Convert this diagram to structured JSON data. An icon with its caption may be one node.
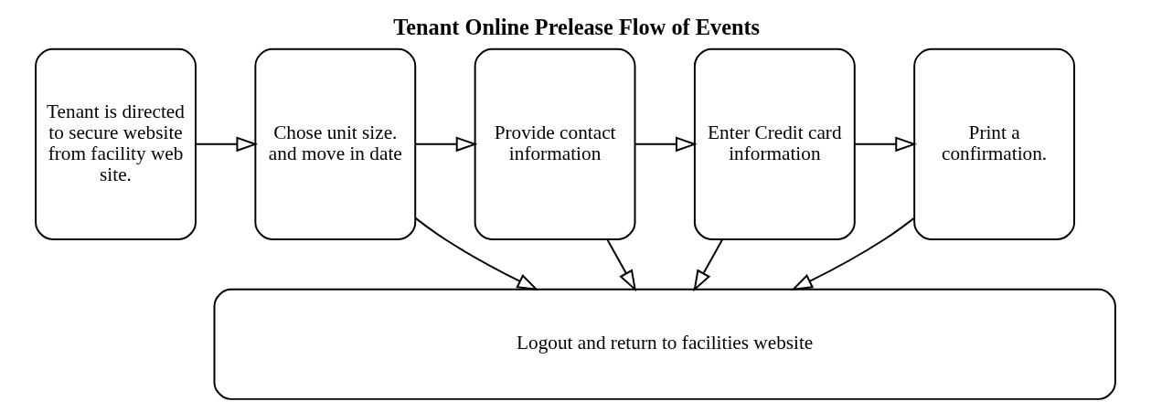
{
  "diagram": {
    "title": "Tenant Online Prelease Flow of Events",
    "nodes": [
      {
        "text": [
          "Tenant is directed to secure website from facility web site."
        ]
      },
      {
        "text": [
          "Chose unit size. and move in date"
        ]
      },
      {
        "text": [
          "Provide contact information"
        ]
      },
      {
        "text": [
          "Enter Credit card information"
        ]
      },
      {
        "text": [
          "Print a confirmation."
        ]
      },
      {
        "text": [
          "Logout and return to facilities website"
        ]
      }
    ],
    "edges": [
      {
        "from": 0,
        "to": 1,
        "arrow": "to"
      },
      {
        "from": 1,
        "to": 2,
        "arrow": "to"
      },
      {
        "from": 2,
        "to": 3,
        "arrow": "to"
      },
      {
        "from": 3,
        "to": 4,
        "arrow": "to"
      },
      {
        "from": 1,
        "to": 5,
        "arrow": "to"
      },
      {
        "from": 2,
        "to": 5,
        "arrow": "to"
      },
      {
        "from": 3,
        "to": 5,
        "arrow": "to"
      },
      {
        "from": 4,
        "to": 5,
        "arrow": "to"
      }
    ]
  }
}
